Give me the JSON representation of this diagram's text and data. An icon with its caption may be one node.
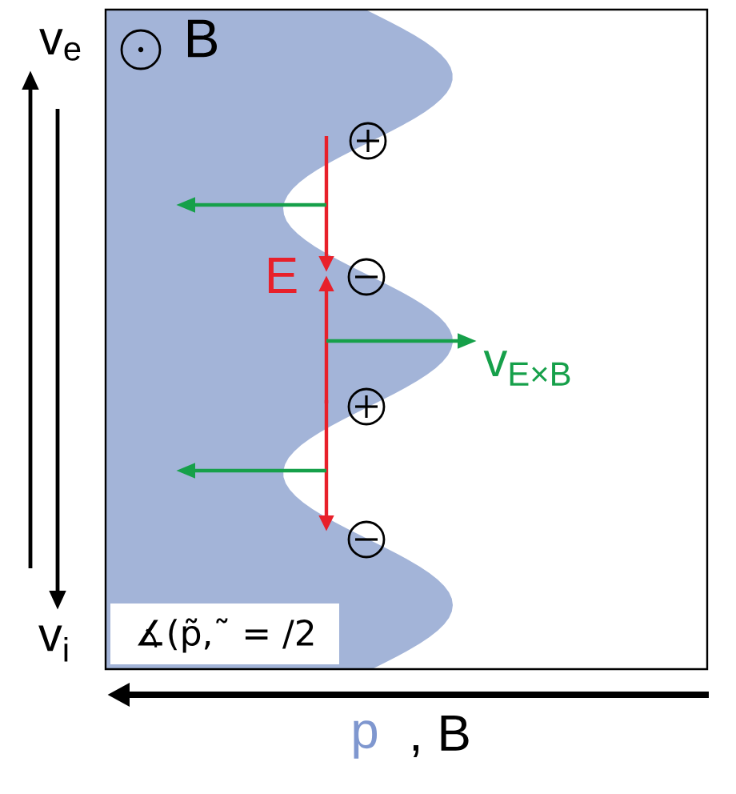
{
  "diagram": {
    "labels": [
      "v$_{e}$",
      "B",
      "E",
      "v$_{E×B}$",
      "v$_{i}$",
      "∡(p̃,˜ = /2",
      "p",
      ", B"
    ]
  }
}
